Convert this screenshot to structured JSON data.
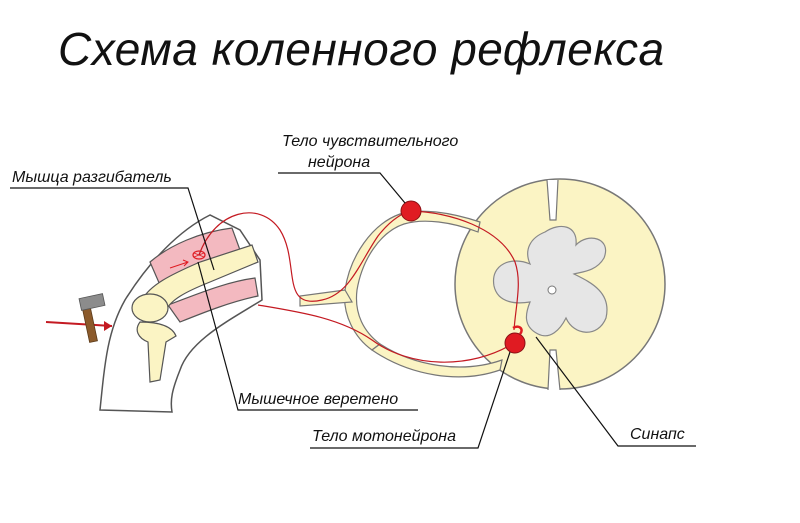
{
  "title": "Схема коленного рефлекса",
  "labels": {
    "muscle_extensor": "Мышца разгибатель",
    "sensory_body_line1": "Тело чувствительного",
    "sensory_body_line2": "нейрона",
    "muscle_spindle": "Мышечное веретено",
    "motor_neuron_body": "Тело мотонейрона",
    "synapse": "Синапс"
  },
  "colors": {
    "cream": "#fbf4c4",
    "outline": "#555555",
    "muscle_pink": "#f3b9c0",
    "neuron_red": "#e01b22",
    "grey_matter": "#e6e6e6",
    "arrow_red": "#c41a22",
    "hammer_brown": "#8b5a2b",
    "hammer_head": "#8c8c8c"
  }
}
